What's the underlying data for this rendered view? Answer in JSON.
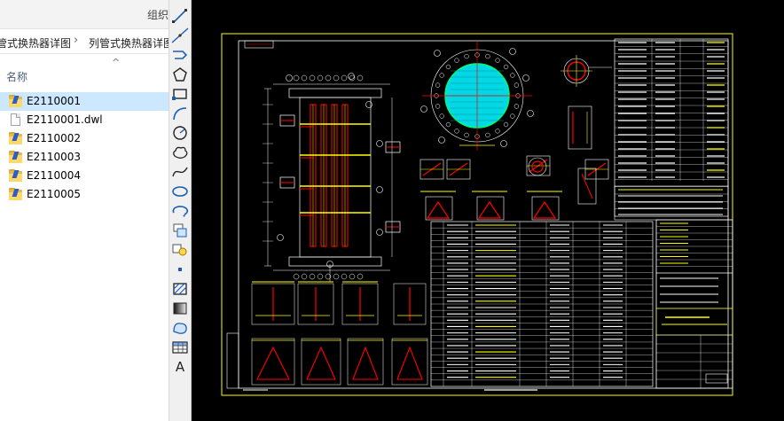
{
  "explorer": {
    "ribbon_group_label": "组织",
    "breadcrumb": [
      "管式换热器详图",
      "列管式换热器详图"
    ],
    "breadcrumb_separator": "›",
    "sort_indicator": "^",
    "column_header": "名称",
    "files": [
      {
        "name": "E2110001",
        "type": "dwg",
        "selected": true
      },
      {
        "name": "E2110001.dwl",
        "type": "dwl",
        "selected": false
      },
      {
        "name": "E2110002",
        "type": "dwg",
        "selected": false
      },
      {
        "name": "E2110003",
        "type": "dwg",
        "selected": false
      },
      {
        "name": "E2110004",
        "type": "dwg",
        "selected": false
      },
      {
        "name": "E2110005",
        "type": "dwg",
        "selected": false
      }
    ]
  },
  "toolbar": {
    "tools": [
      "line-icon",
      "construction-line-icon",
      "polyline-icon",
      "polygon-icon",
      "rectangle-icon",
      "arc-icon",
      "circle-icon",
      "revision-cloud-icon",
      "spline-icon",
      "ellipse-icon",
      "ellipse-arc-icon",
      "insert-block-icon",
      "make-block-icon",
      "point-icon",
      "hatch-icon",
      "gradient-icon",
      "region-icon",
      "table-icon",
      "multiline-text-icon"
    ],
    "text_tool_label": "A"
  },
  "drawing": {
    "background": "#000000",
    "border_color": "#ffff00",
    "accent_colors": [
      "#ff0000",
      "#00ffff",
      "#ffffff",
      "#ffff00",
      "#ff00ff",
      "#00ff00"
    ]
  }
}
